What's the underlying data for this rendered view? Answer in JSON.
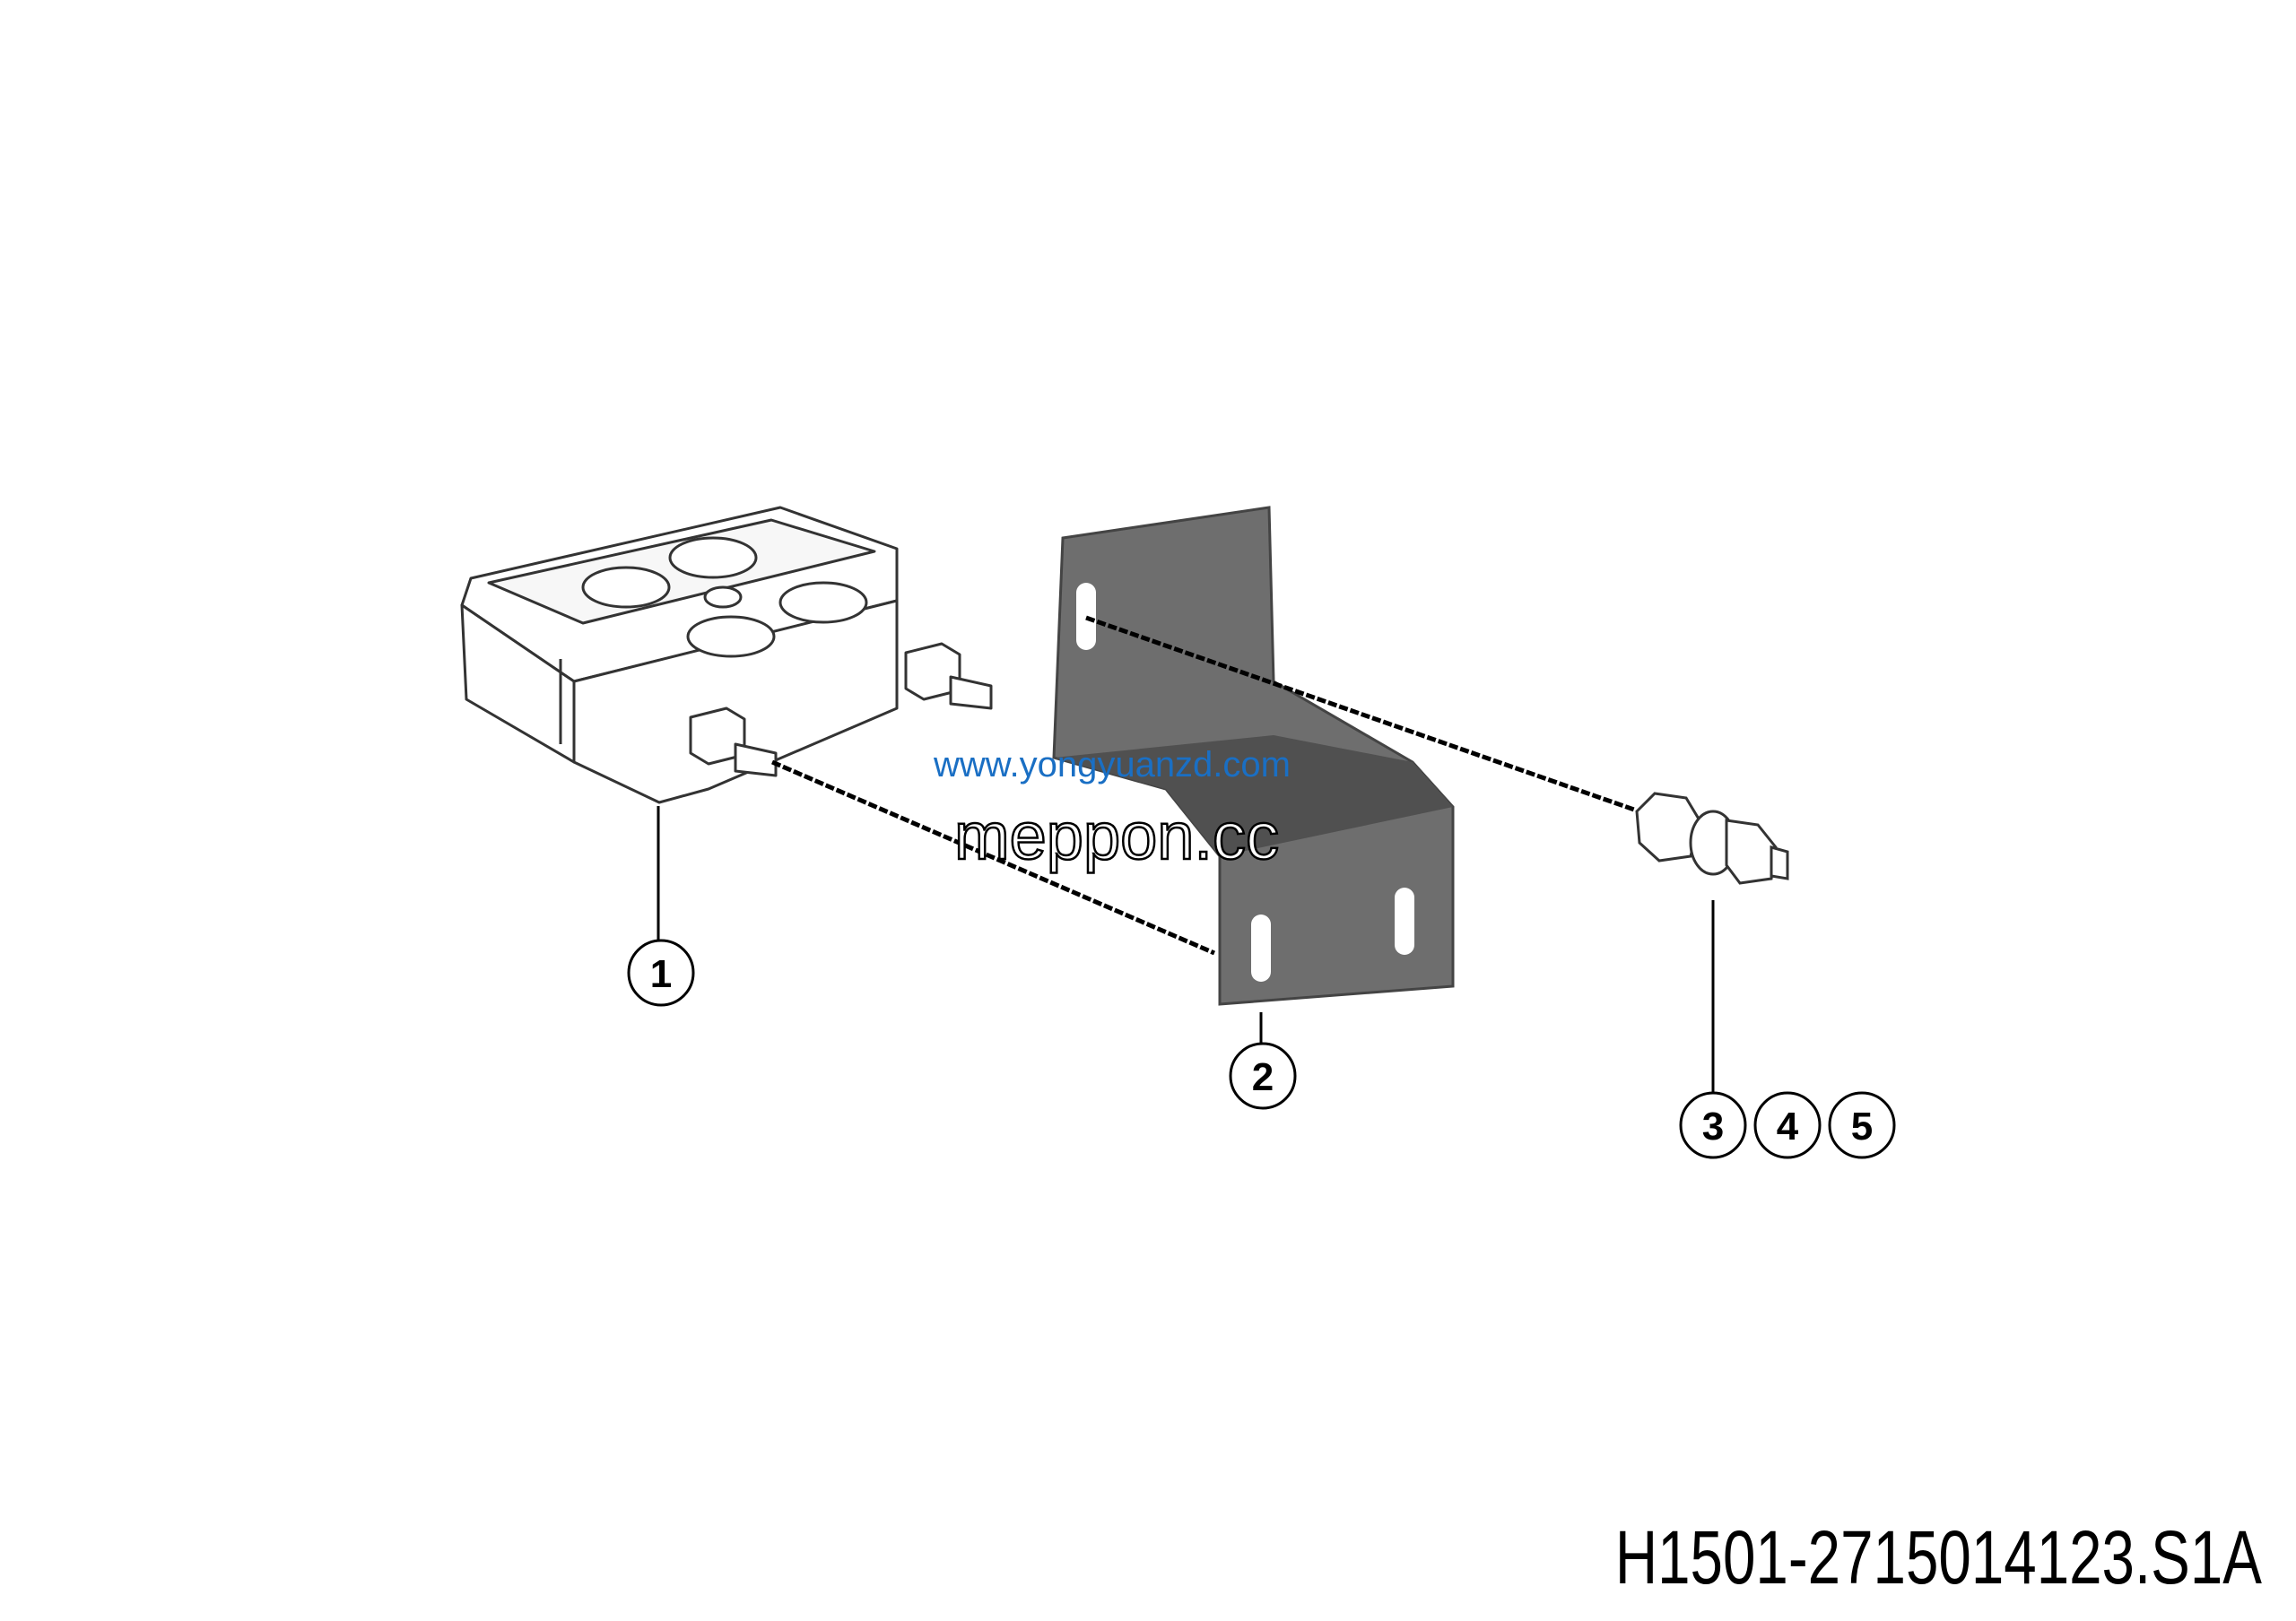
{
  "drawing": {
    "part_code": "H1501-2715014123.S1A",
    "callouts": [
      {
        "label": "1",
        "part": "block"
      },
      {
        "label": "2",
        "part": "bracket"
      },
      {
        "label": "3",
        "part": "fastener"
      },
      {
        "label": "4",
        "part": "fastener"
      },
      {
        "label": "5",
        "part": "fastener"
      }
    ],
    "watermarks": [
      "www.yongyuanzd.com",
      "meppon.cc"
    ]
  },
  "colors": {
    "line": "#000000",
    "bracket": "#6e6e6e",
    "watermark_blue": "#1a6fc4"
  }
}
